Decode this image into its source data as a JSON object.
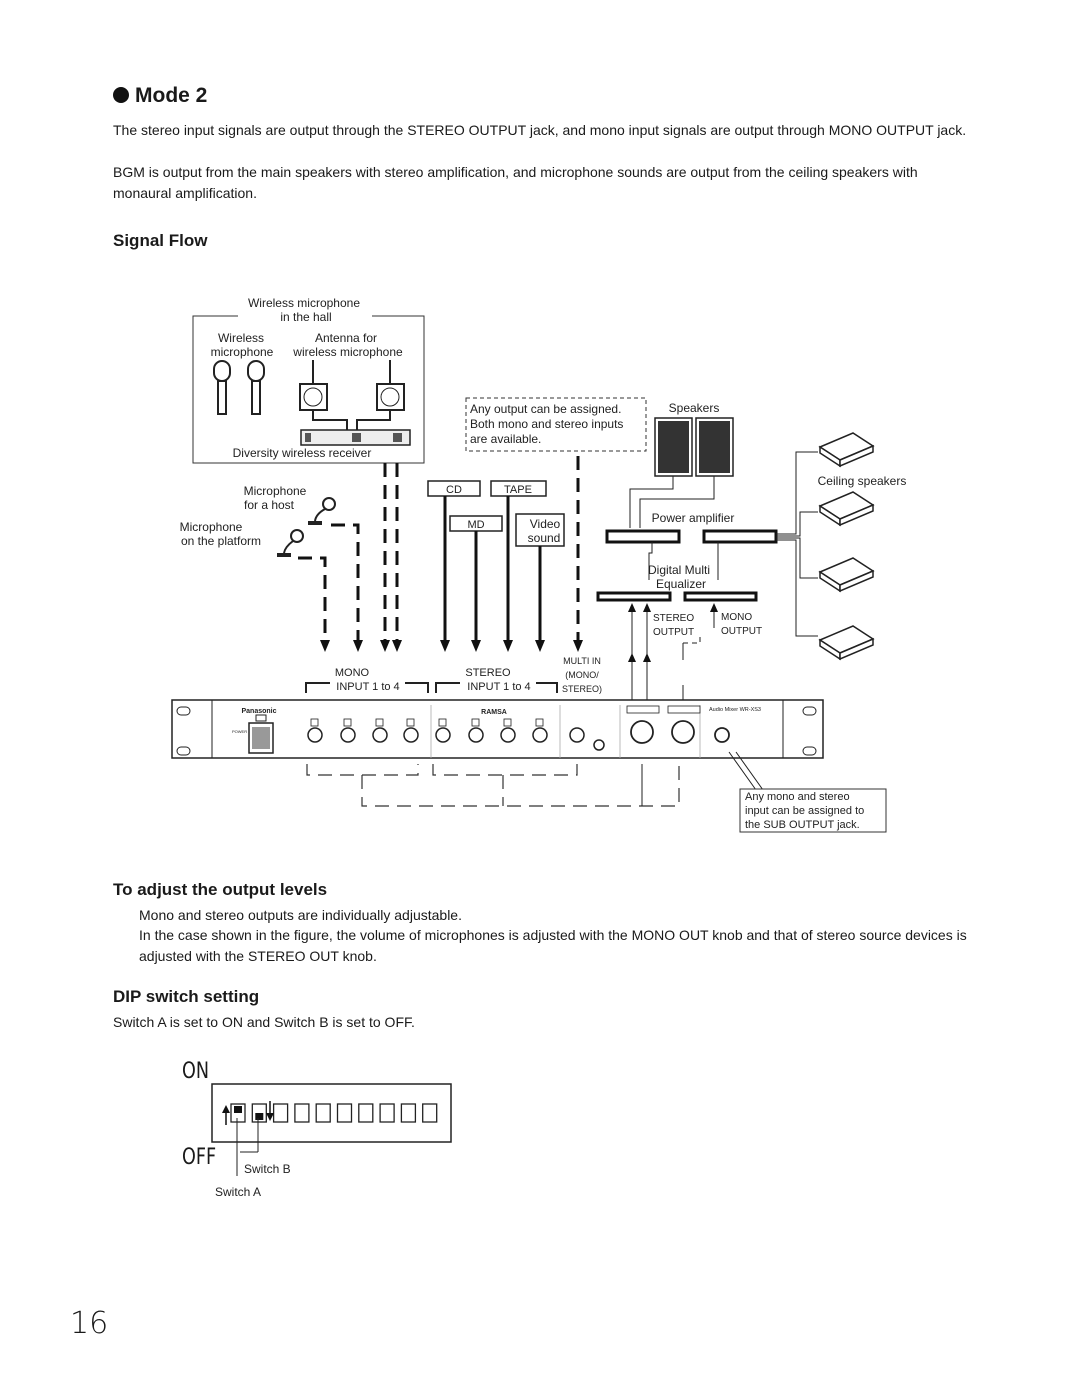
{
  "mode_title": "Mode 2",
  "intro": {
    "p1": "The stereo input signals are output through the STEREO OUTPUT jack, and mono input signals are output through MONO OUTPUT jack.",
    "p2": "BGM is output from the main speakers with stereo amplification, and microphone sounds are output from the ceiling speakers with monaural amplification."
  },
  "signal_flow": {
    "heading": "Signal Flow",
    "wireless_box_title_1": "Wireless microphone",
    "wireless_box_title_2": "in the hall",
    "wireless_mic_1": "Wireless",
    "wireless_mic_2": "microphone",
    "antenna_1": "Antenna for",
    "antenna_2": "wireless microphone",
    "receiver": "Diversity wireless receiver",
    "mic_host_1": "Microphone",
    "mic_host_2": "for a host",
    "mic_platform_1": "Microphone",
    "mic_platform_2": "on the platform",
    "note_1": "Any output can be assigned.",
    "note_2": "Both mono and stereo inputs",
    "note_3": "are available.",
    "src_cd": "CD",
    "src_tape": "TAPE",
    "src_md": "MD",
    "src_video_1": "Video",
    "src_video_2": "sound",
    "speakers": "Speakers",
    "ceiling_speakers": "Ceiling speakers",
    "power_amp": "Power amplifier",
    "dme_1": "Digital Multi",
    "dme_2": "Equalizer",
    "stereo_out_1": "STEREO",
    "stereo_out_2": "OUTPUT",
    "mono_out_1": "MONO",
    "mono_out_2": "OUTPUT",
    "mono_in_1": "MONO",
    "mono_in_2": "INPUT 1 to 4",
    "stereo_in_1": "STEREO",
    "stereo_in_2": "INPUT 1 to 4",
    "multi_in_1": "MULTI IN",
    "multi_in_2": "(MONO/",
    "multi_in_3": "STEREO)",
    "brand": "Panasonic",
    "brand2": "RAMSA",
    "model": "Audio Mixer  WR-XS3",
    "power": "POWER",
    "sub_note_1": "Any mono and stereo",
    "sub_note_2": "input can be assigned to",
    "sub_note_3": "the SUB OUTPUT jack."
  },
  "adjust": {
    "heading": "To adjust the output levels",
    "p1": "Mono and stereo outputs are individually adjustable.",
    "p2": "In the case shown in the figure, the volume of microphones is adjusted with the MONO OUT knob and that of stereo source devices is adjusted with the STEREO OUT knob."
  },
  "dip": {
    "heading": "DIP switch setting",
    "text": "Switch A is set to ON and Switch B is set to OFF.",
    "on": "ON",
    "off": "OFF",
    "switch_b": "Switch B",
    "switch_a": "Switch A",
    "switch_states": [
      "ON",
      "OFF",
      "OFF",
      "OFF",
      "OFF",
      "OFF",
      "OFF",
      "OFF",
      "OFF",
      "OFF"
    ]
  },
  "page_number": "16"
}
